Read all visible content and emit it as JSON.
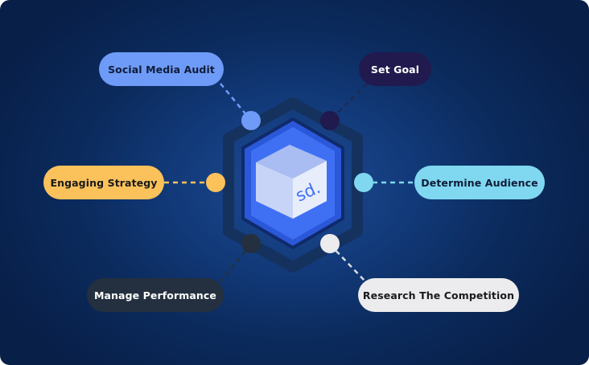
{
  "brand": {
    "logo_text": "sd."
  },
  "nodes": {
    "social_media_audit": {
      "label": "Social Media Audit",
      "bg": "#6e9bf7",
      "text_color": "#0f1c3a"
    },
    "set_goal": {
      "label": "Set Goal",
      "bg": "#201a4f",
      "text_color": "#ffffff"
    },
    "engaging_strategy": {
      "label": "Engaging Strategy",
      "bg": "#fbc25b",
      "text_color": "#1a1a1a"
    },
    "determine_audience": {
      "label": "Determine Audience",
      "bg": "#7fd8ef",
      "text_color": "#0f1c3a"
    },
    "manage_performance": {
      "label": "Manage Performance",
      "bg": "#24303f",
      "text_color": "#ffffff"
    },
    "research_competition": {
      "label": "Research The Competition",
      "bg": "#ececee",
      "text_color": "#1a1a1a"
    }
  },
  "colors": {
    "hex_outer": "#15325f",
    "hex_mid": "#2b58d8",
    "hex_inner": "#3f70f4",
    "cube_front": "#c8d4f7",
    "cube_side": "#e8edfc",
    "cube_top": "#a9bdf2",
    "logo": "#3f70f4"
  }
}
